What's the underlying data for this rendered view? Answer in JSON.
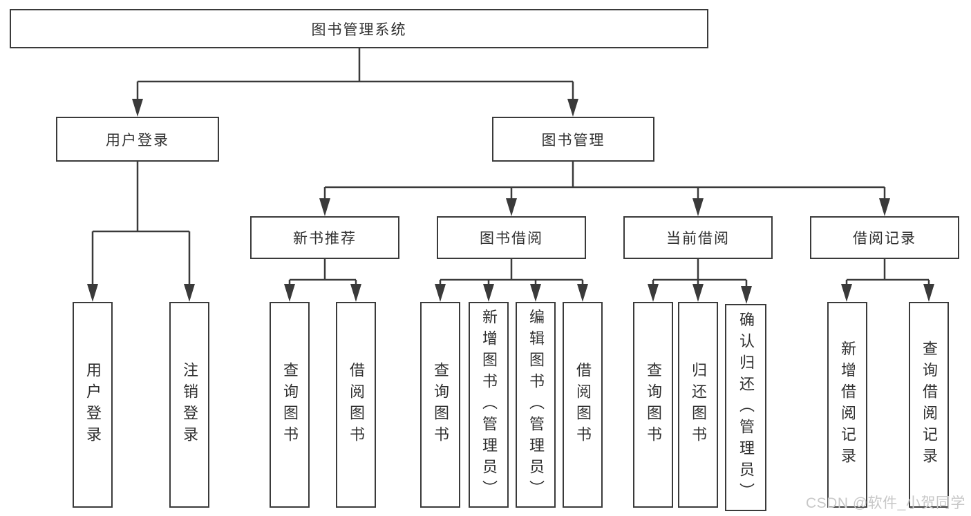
{
  "diagram": {
    "root": {
      "label": "图书管理系统"
    },
    "branches": [
      {
        "label": "用户登录",
        "children": [
          {
            "label": "用户登录"
          },
          {
            "label": "注销登录"
          }
        ]
      },
      {
        "label": "图书管理",
        "children": [
          {
            "label": "新书推荐",
            "children": [
              {
                "label": "查询图书"
              },
              {
                "label": "借阅图书"
              }
            ]
          },
          {
            "label": "图书借阅",
            "children": [
              {
                "label": "查询图书"
              },
              {
                "label": "新增图书（管理员）"
              },
              {
                "label": "编辑图书（管理员）"
              },
              {
                "label": "借阅图书"
              }
            ]
          },
          {
            "label": "当前借阅",
            "children": [
              {
                "label": "查询图书"
              },
              {
                "label": "归还图书"
              },
              {
                "label": "确认归还（管理员）"
              }
            ]
          },
          {
            "label": "借阅记录",
            "children": [
              {
                "label": "新增借阅记录"
              },
              {
                "label": "查询借阅记录"
              }
            ]
          }
        ]
      }
    ]
  },
  "watermark": {
    "text": "CSDN @软件_小贺同学"
  },
  "colors": {
    "line": "#3a3a3a",
    "text": "#303030",
    "watermark": "#c8c8c8",
    "background": "#ffffff"
  }
}
